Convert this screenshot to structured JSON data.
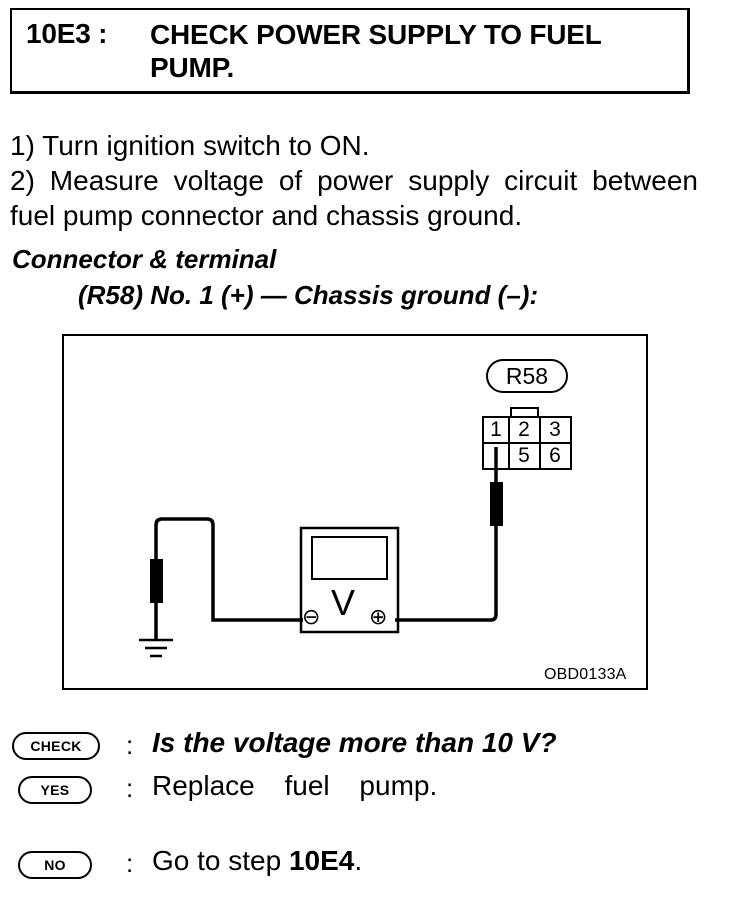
{
  "header": {
    "step_number": "10E3 :",
    "title": "CHECK POWER SUPPLY TO FUEL PUMP."
  },
  "instructions": {
    "step1": "1) Turn ignition switch to ON.",
    "step2": "2) Measure voltage of power supply circuit between fuel pump connector and chassis ground."
  },
  "connector": {
    "heading": "Connector & terminal",
    "measurement": "(R58) No. 1 (+) — Chassis ground (–):"
  },
  "figure": {
    "connector_label": "R58",
    "pins": [
      "1",
      "2",
      "3",
      "5",
      "6"
    ],
    "meter_symbol": "V",
    "negative_terminal": "⊖",
    "positive_terminal": "⊕",
    "code": "OBD0133A"
  },
  "check": {
    "label": "CHECK",
    "separator": ":",
    "question": "Is the voltage more than 10 V?"
  },
  "yes": {
    "label": "YES",
    "separator": ":",
    "action": "Replace fuel pump."
  },
  "no": {
    "label": "NO",
    "separator": ":",
    "action_prefix": "Go to step ",
    "action_step": "10E4",
    "action_suffix": "."
  }
}
